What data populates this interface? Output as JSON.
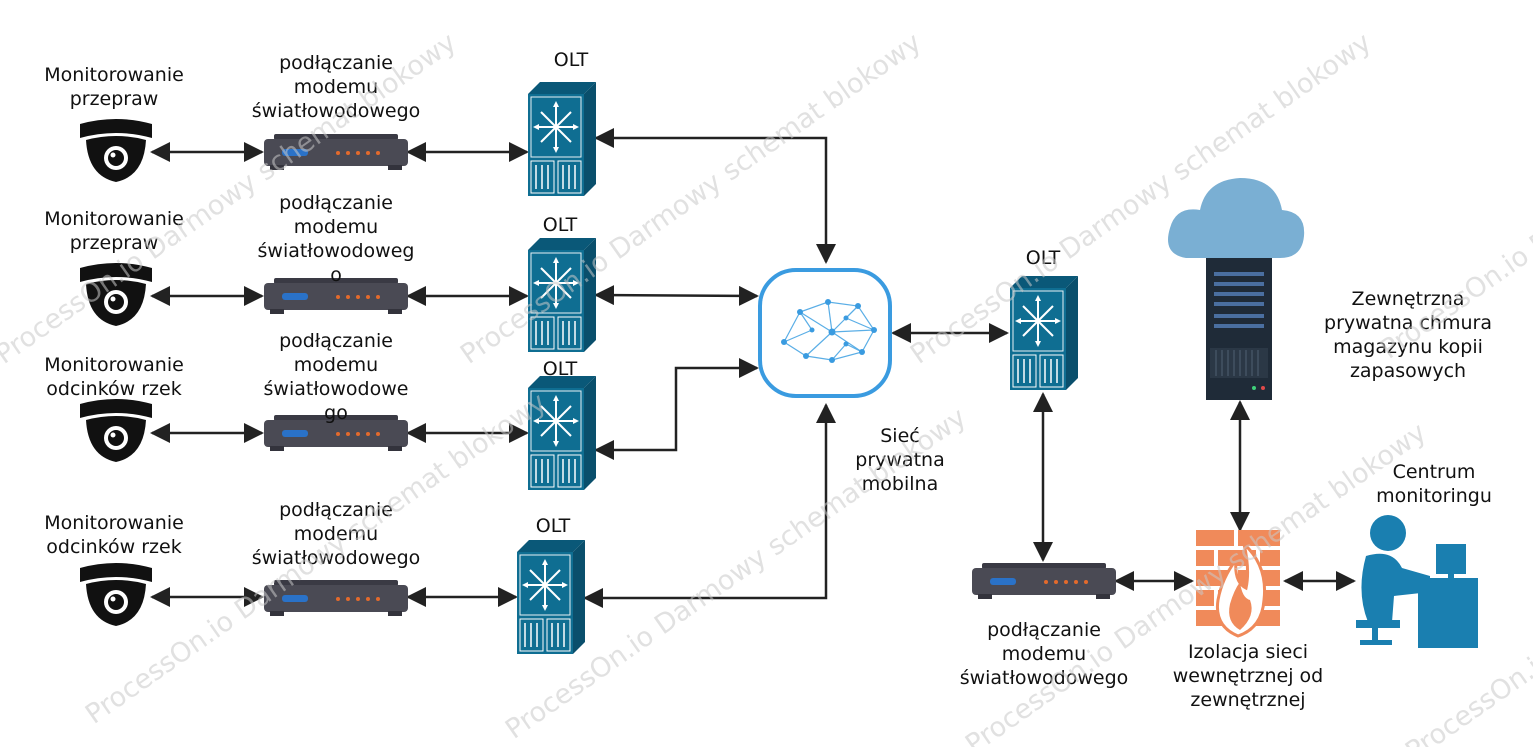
{
  "watermark": "ProcessOn.io Darmowy schemat blokowy",
  "colors": {
    "olt": "#0f6e92",
    "cloud_ring": "#3a9be0",
    "modem_body": "#4a4a54",
    "modem_led": "#2a72c8",
    "modem_dots": "#e36a2c",
    "firewall": "#f08a5a",
    "cloud": "#7aafd3",
    "operator": "#1a7fb0",
    "camera": "#111111",
    "line": "#222222"
  },
  "rows": [
    {
      "monitor": "Monitorowanie\nprzepraw",
      "modem": "podłączanie\nmodemu\nświatłowodowego",
      "olt": "OLT"
    },
    {
      "monitor": "Monitorowanie\nprzepraw",
      "modem": "podłączanie\nmodemu\nświatłowodoweg\no",
      "olt": "OLT"
    },
    {
      "monitor": "Monitorowanie\nodcinków rzek",
      "modem": "podłączanie\nmodemu\nświatłowodowe\ngo",
      "olt": "OLT"
    },
    {
      "monitor": "Monitorowanie\nodcinków rzek",
      "modem": "podłączanie\nmodemu\nświatłowodowego",
      "olt": "OLT"
    }
  ],
  "center_network": "Sieć\nprywatna\nmobilna",
  "right_olt": "OLT",
  "right_modem": "podłączanie\nmodemu\nświatłowodowego",
  "cloud_label": "Zewnętrzna\nprywatna chmura\nmagazynu kopii\nzapasowych",
  "firewall_label": "Izolacja sieci\nwewnętrznej od\nzewnętrznej",
  "monitoring_center": "Centrum\nmonitoringu"
}
